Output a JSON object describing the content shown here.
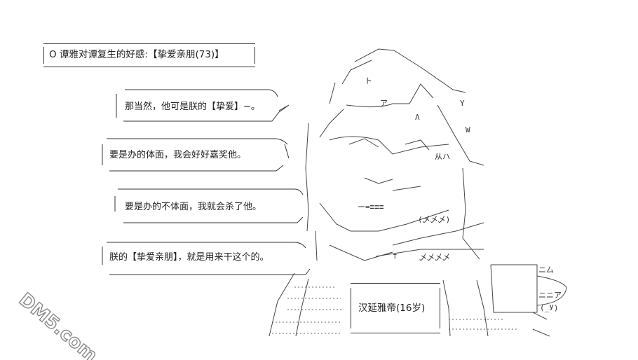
{
  "header": {
    "title": "O 谭雅对谭复生的好感:【挚爱亲朋(73)】"
  },
  "dialogue": [
    {
      "text": "那当然，他可是朕的【挚爱】~。"
    },
    {
      "text": "要是办的体面，我会好好嘉奖他。"
    },
    {
      "text": "要是办的不体面，我就会杀了他。"
    },
    {
      "text": "朕的【挚爱亲朋】，就是用来干这个的。"
    }
  ],
  "character": {
    "name": "汉延雅帝(16岁)"
  },
  "watermark": {
    "text": "DM5.com"
  },
  "art": {
    "scribbles": [
      "ト",
      "ア",
      "Λ",
      "Y",
      "W",
      "从ハ",
      "ー=≡≡≡",
      "(乄乄乄)",
      "†",
      "乄乄乄乄",
      "(_У)",
      "ニ厶",
      "ニニア"
    ]
  }
}
